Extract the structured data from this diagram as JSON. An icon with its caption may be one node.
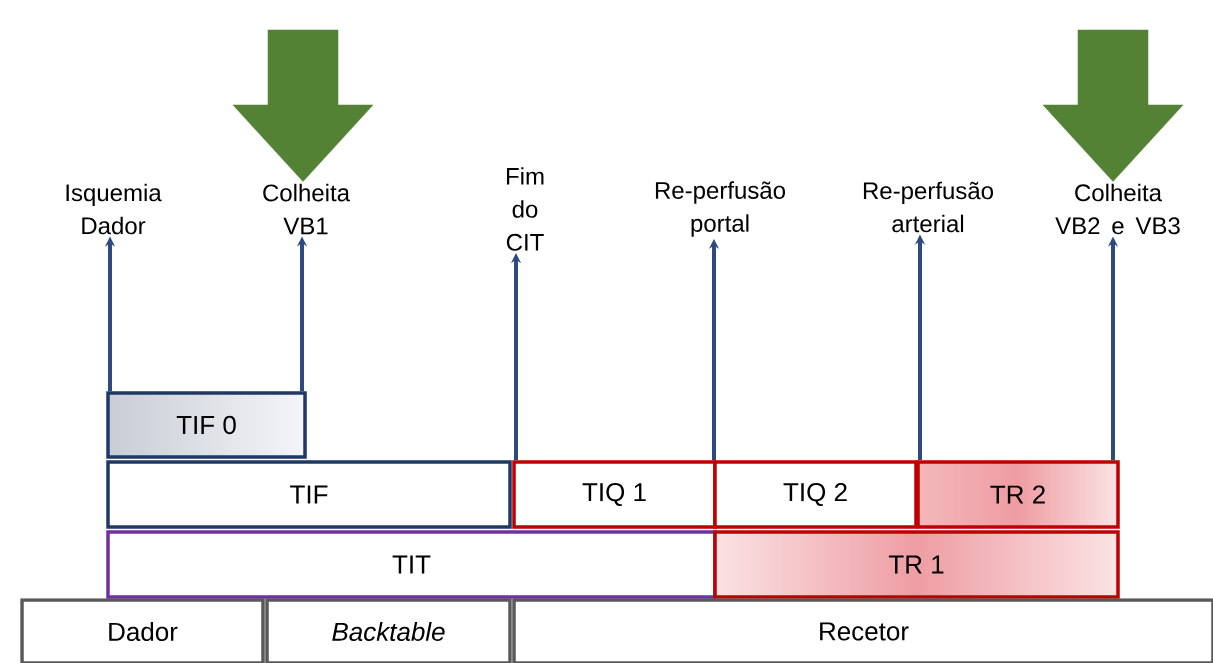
{
  "diagram": {
    "nodes": [
      {
        "text": [
          "Isquemia Dador"
        ]
      },
      {
        "text": [
          "Colheita VB1"
        ]
      },
      {
        "text": [
          "Fim do CIT"
        ]
      },
      {
        "text": [
          "Re-perfusão portal"
        ]
      },
      {
        "text": [
          "Re-perfusão arterial"
        ]
      },
      {
        "text": [
          "Colheita VB2 e VB3"
        ]
      },
      {
        "text": [
          "TIF 0"
        ]
      },
      {
        "text": [
          "TIF"
        ]
      },
      {
        "text": [
          "TIQ 1"
        ]
      },
      {
        "text": [
          "TIQ 2"
        ]
      },
      {
        "text": [
          "TR 2"
        ]
      },
      {
        "text": [
          "TIT"
        ]
      },
      {
        "text": [
          "TR 1"
        ]
      },
      {
        "text": [
          "Dador"
        ]
      },
      {
        "text": [
          "Backtable"
        ]
      },
      {
        "text": [
          "Recetor"
        ]
      }
    ],
    "edges": [
      {
        "from": 6,
        "to": 0,
        "arrow": "to"
      },
      {
        "from": 6,
        "to": 1,
        "arrow": "to"
      },
      {
        "from": 8,
        "to": 2,
        "arrow": "to"
      },
      {
        "from": 8,
        "to": 3,
        "arrow": "to"
      },
      {
        "from": 10,
        "to": 4,
        "arrow": "to"
      },
      {
        "from": 10,
        "to": 5,
        "arrow": "to"
      },
      {
        "from": null,
        "to": 1,
        "arrow": "to",
        "style": "thick",
        "color": "#548235"
      },
      {
        "from": null,
        "to": 5,
        "arrow": "to",
        "style": "thick",
        "color": "#548235"
      }
    ]
  }
}
